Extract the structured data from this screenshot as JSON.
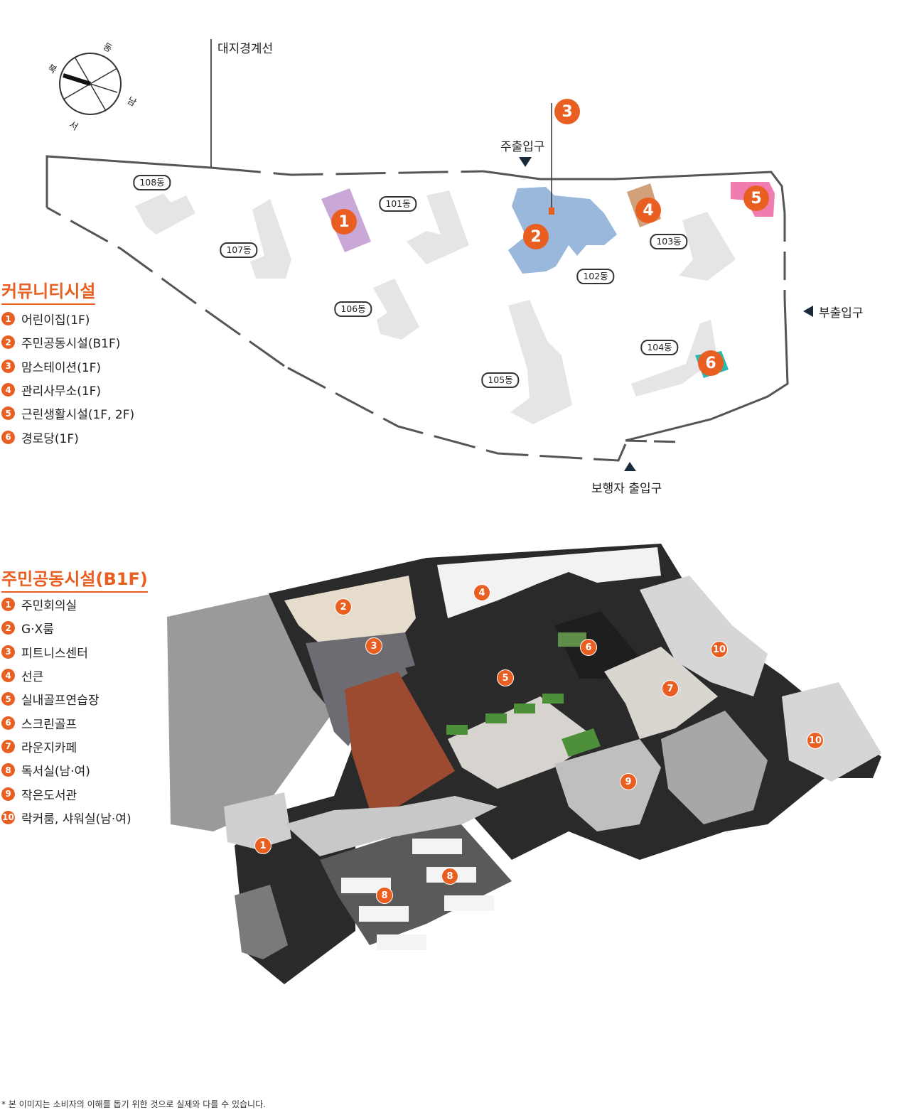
{
  "compass": {
    "north": "북",
    "east": "동",
    "south": "남",
    "west": "서"
  },
  "site_map": {
    "boundary_label": "대지경계선",
    "entrances": {
      "main": "주출입구",
      "sub": "부출입구",
      "pedestrian": "보행자 출입구"
    },
    "buildings": [
      "108동",
      "107동",
      "101동",
      "106동",
      "102동",
      "103동",
      "105동",
      "104동"
    ],
    "markers": [
      "1",
      "2",
      "3",
      "4",
      "5",
      "6"
    ],
    "facility_colors": {
      "1": "#c9a7d6",
      "2": "#9ab8db",
      "3": "#e95f22",
      "4": "#d0a07a",
      "5": "#f07cb0",
      "6": "#2ab8b0"
    }
  },
  "community": {
    "title": "커뮤니티시설",
    "items": [
      {
        "num": "1",
        "label": "어린이집(1F)"
      },
      {
        "num": "2",
        "label": "주민공동시설(B1F)"
      },
      {
        "num": "3",
        "label": "맘스테이션(1F)"
      },
      {
        "num": "4",
        "label": "관리사무소(1F)"
      },
      {
        "num": "5",
        "label": "근린생활시설(1F, 2F)"
      },
      {
        "num": "6",
        "label": "경로당(1F)"
      }
    ]
  },
  "basement": {
    "title": "주민공동시설(B1F)",
    "items": [
      {
        "num": "1",
        "label": "주민회의실"
      },
      {
        "num": "2",
        "label": "G·X룸"
      },
      {
        "num": "3",
        "label": "피트니스센터"
      },
      {
        "num": "4",
        "label": "선큰"
      },
      {
        "num": "5",
        "label": "실내골프연습장"
      },
      {
        "num": "6",
        "label": "스크린골프"
      },
      {
        "num": "7",
        "label": "라운지카페"
      },
      {
        "num": "8",
        "label": "독서실(남·여)"
      },
      {
        "num": "9",
        "label": "작은도서관"
      },
      {
        "num": "10",
        "label": "락커룸, 샤워실(남·여)"
      }
    ],
    "plan_markers": [
      "2",
      "4",
      "3",
      "5",
      "6",
      "10",
      "7",
      "10",
      "9",
      "1",
      "8",
      "8"
    ]
  },
  "footnote": "* 본 이미지는 소비자의 이해를 돕기 위한 것으로 실제와 다를 수 있습니다."
}
